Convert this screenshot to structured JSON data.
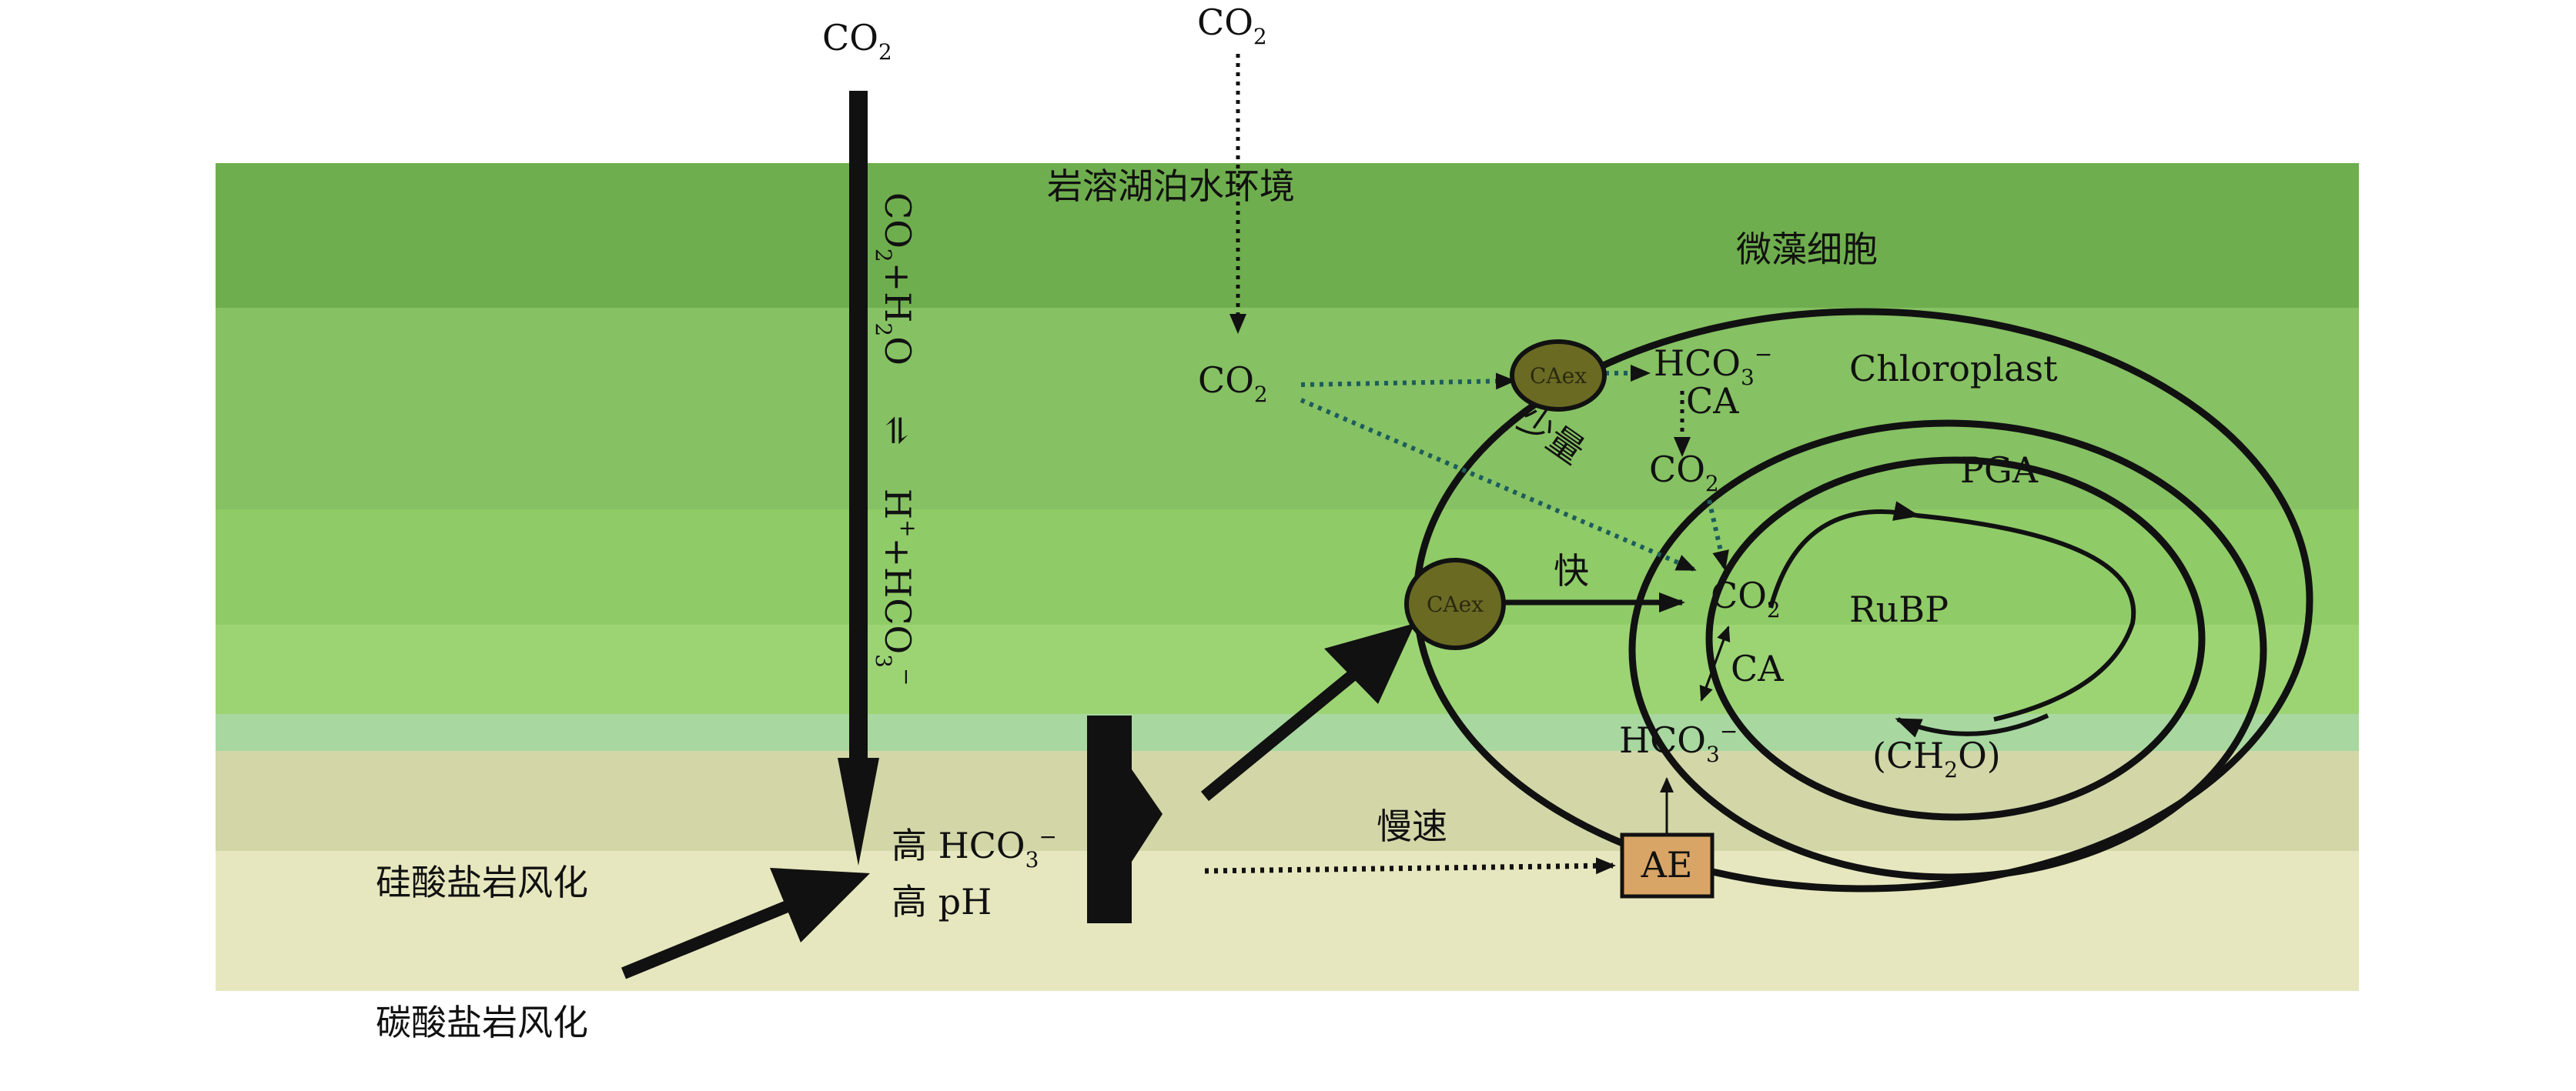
{
  "colors": {
    "band_1": "#6fae4e",
    "band_2": "#86c163",
    "band_3": "#8fcb67",
    "band_4": "#9cd474",
    "band_5": "#a8d8a0",
    "band_6": "#d3d6a7",
    "band_7": "#e7e7bf",
    "enzyme_fill": "#6b6a23",
    "ae_fill": "#d9a566",
    "dotted_teal": "#1d5c5c",
    "ink": "#111111"
  },
  "labels": {
    "co2_top_left": {
      "base": "CO",
      "sub": "2"
    },
    "co2_top_mid": {
      "base": "CO",
      "sub": "2"
    },
    "lake_env": "岩溶湖泊水环境",
    "microalgae_cell": "微藻细胞",
    "chloroplast": "Chloroplast",
    "co2_water": {
      "base": "CO",
      "sub": "2"
    },
    "caex_top": "CAex",
    "caex_mid": "CAex",
    "hco3_top": {
      "base": "HCO",
      "sub": "3",
      "sup": "−"
    },
    "ca_top": "CA",
    "shaoliang": "少量",
    "co2_inner_a": {
      "base": "CO",
      "sub": "2"
    },
    "pga": "PGA",
    "kuai": "快",
    "co2_inner_b": {
      "base": "CO",
      "sub": "2"
    },
    "rubp": "RuBP",
    "ca_bottom": "CA",
    "hco3_bottom": {
      "base": "HCO",
      "sub": "3",
      "sup": "−"
    },
    "ch2o": {
      "pre": "(CH",
      "sub": "2",
      "post": "O)"
    },
    "mansu": "慢速",
    "ae": "AE",
    "high_hco3": {
      "pre": "高 HCO",
      "sub": "3",
      "sup": "−"
    },
    "high_ph": "高 pH",
    "silicate": "硅酸盐岩风化",
    "carbonate": "碳酸盐岩风化",
    "vertical_eq_top": {
      "a": "CO",
      "a_sub": "2",
      "b": "+H",
      "b_sub": "2",
      "c": "O"
    },
    "vertical_eq_sym": "⇌",
    "vertical_eq_bottom": {
      "a": "H",
      "a_sup": "+",
      "b": "+HCO",
      "b_sub": "3",
      "b_sup": "−"
    }
  }
}
